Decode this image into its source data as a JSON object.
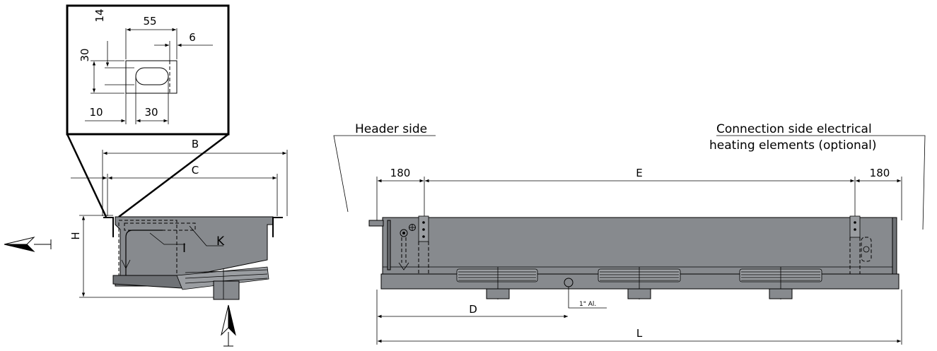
{
  "detail": {
    "dim_14": "14",
    "dim_55": "55",
    "dim_6": "6",
    "dim_30_vertical": "30",
    "dim_10": "10",
    "dim_30_horizontal": "30"
  },
  "side_view": {
    "dim_B": "B",
    "dim_C": "C",
    "dim_H": "H",
    "label_I": "I",
    "label_K": "K"
  },
  "front_view": {
    "header_side": "Header side",
    "connection_side_line1": "Connection side electrical",
    "connection_side_line2": "heating elements (optional)",
    "dim_left_180": "180",
    "dim_E": "E",
    "dim_right_180": "180",
    "dim_D": "D",
    "dim_L": "L",
    "drain_label": "1\"  Al."
  }
}
